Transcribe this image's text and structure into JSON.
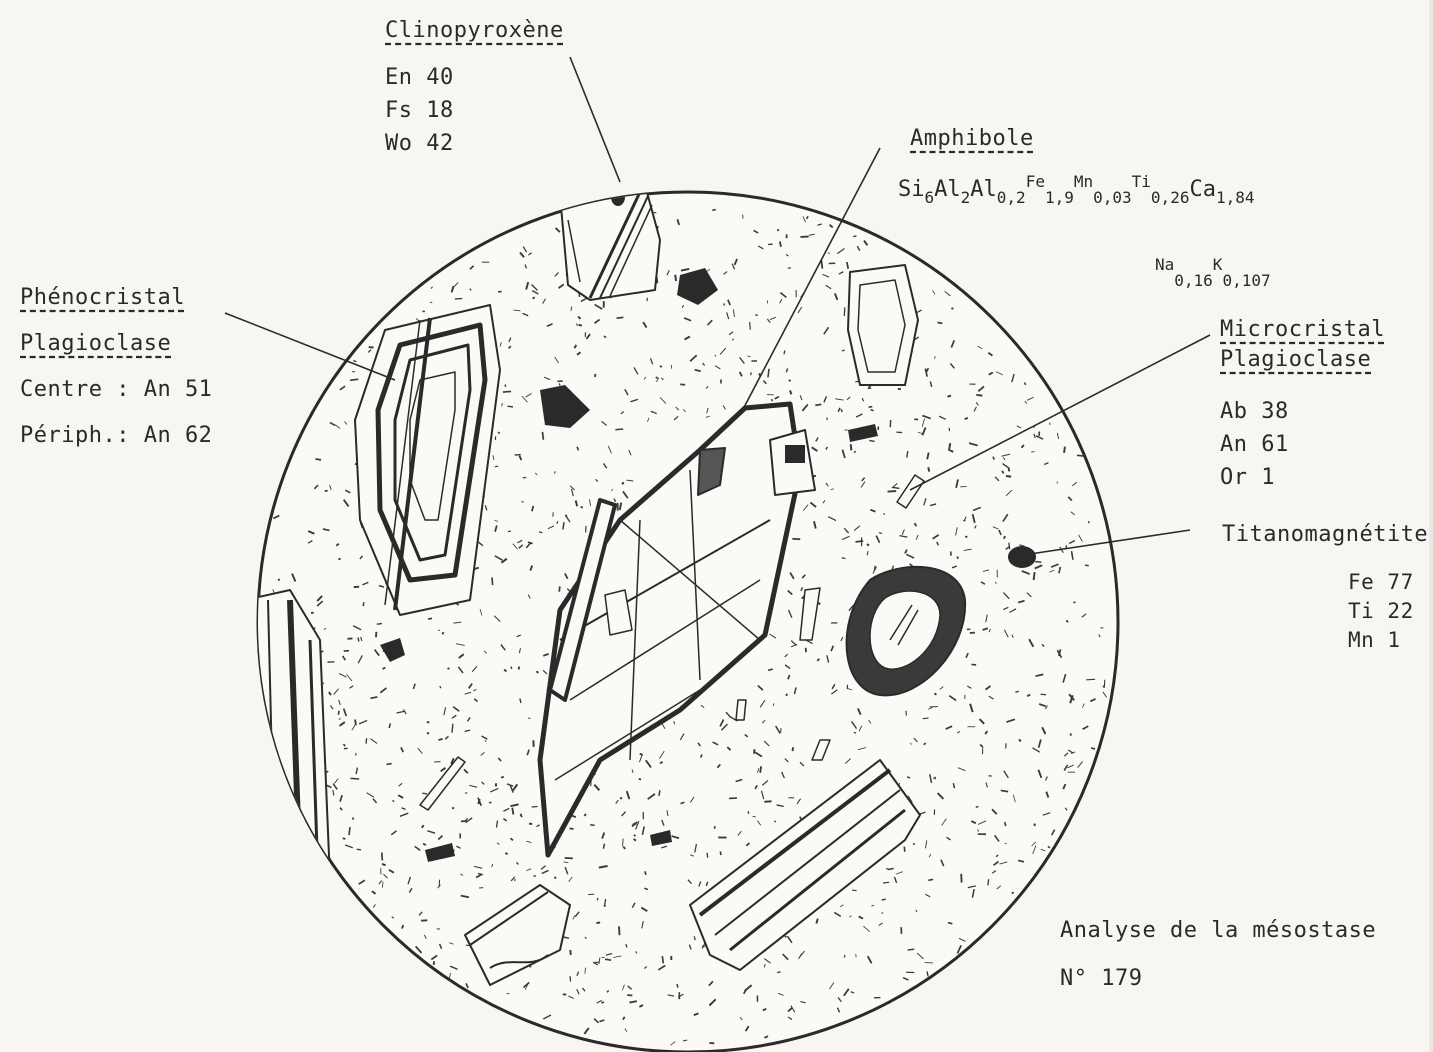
{
  "labels": {
    "clinopyroxene": {
      "title": "Clinopyroxène",
      "lines": [
        "En 40",
        "Fs 18",
        "Wo 42"
      ]
    },
    "amphibole": {
      "title": "Amphibole",
      "formula_line1": [
        {
          "t": "Si"
        },
        {
          "sub": "6"
        },
        {
          "t": "Al"
        },
        {
          "sub": "2"
        },
        {
          "t": "Al"
        },
        {
          "sub": "0,2"
        },
        {
          "sup": "Fe"
        },
        {
          "sub": "1,9"
        },
        {
          "sup": "Mn"
        },
        {
          "sub": "0,03"
        },
        {
          "sup": "Ti"
        },
        {
          "sub": "0,26"
        },
        {
          "t": "Ca"
        },
        {
          "sub": "1,84"
        }
      ],
      "formula_line2": [
        {
          "sup": "Na"
        },
        {
          "sub": "0,16"
        },
        {
          "sup": "K"
        },
        {
          "sub": "0,107"
        }
      ]
    },
    "phenocristal": {
      "title1": "Phénocristal",
      "title2": "Plagioclase",
      "line1": "Centre : An 51",
      "line2": "Périph.: An 62"
    },
    "microcristal": {
      "title1": "Microcristal",
      "title2": "Plagioclase",
      "lines": [
        "Ab 38",
        "An 61",
        "Or  1"
      ]
    },
    "titanomagnetite": {
      "title": "Titanomagnétite",
      "lines": [
        "Fe 77",
        "Ti 22",
        "Mn  1"
      ]
    },
    "mesostase": {
      "line1": "Analyse de la mésostase",
      "line2": "N° 179"
    }
  },
  "colors": {
    "ink": "#2a2a2a",
    "paper": "#f7f6f2",
    "crystal_fill": "#fbfaf6"
  }
}
